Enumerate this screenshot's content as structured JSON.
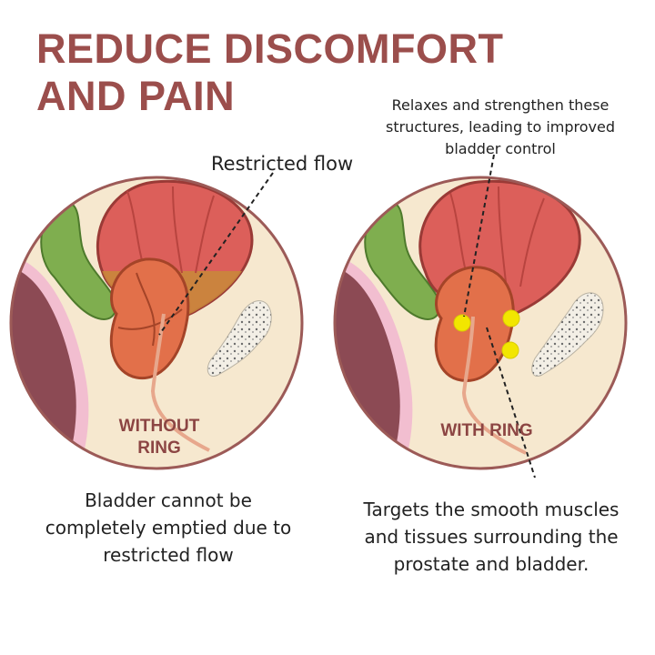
{
  "headline": {
    "line1": "REDUCE DISCOMFORT",
    "line2": "AND PAIN"
  },
  "left_panel": {
    "callout": "Restricted flow",
    "tag": "WITHOUT RING",
    "caption": "Bladder cannot be completely emptied due to restricted flow"
  },
  "right_panel": {
    "callout": "Relaxes and strengthen these structures, leading to improved bladder control",
    "tag": "WITH RING",
    "caption": "Targets the smooth muscles and tissues surrounding the prostate and bladder."
  },
  "colors": {
    "headline": "#9b4e4c",
    "tag": "#8c4543",
    "circle_bg": "#f6e8cf",
    "circle_border": "#9c5a57",
    "bladder": "#dc5f5a",
    "prostate": "#e2704a",
    "colon": "#7fae4f",
    "target_dot": "#f2e600"
  }
}
